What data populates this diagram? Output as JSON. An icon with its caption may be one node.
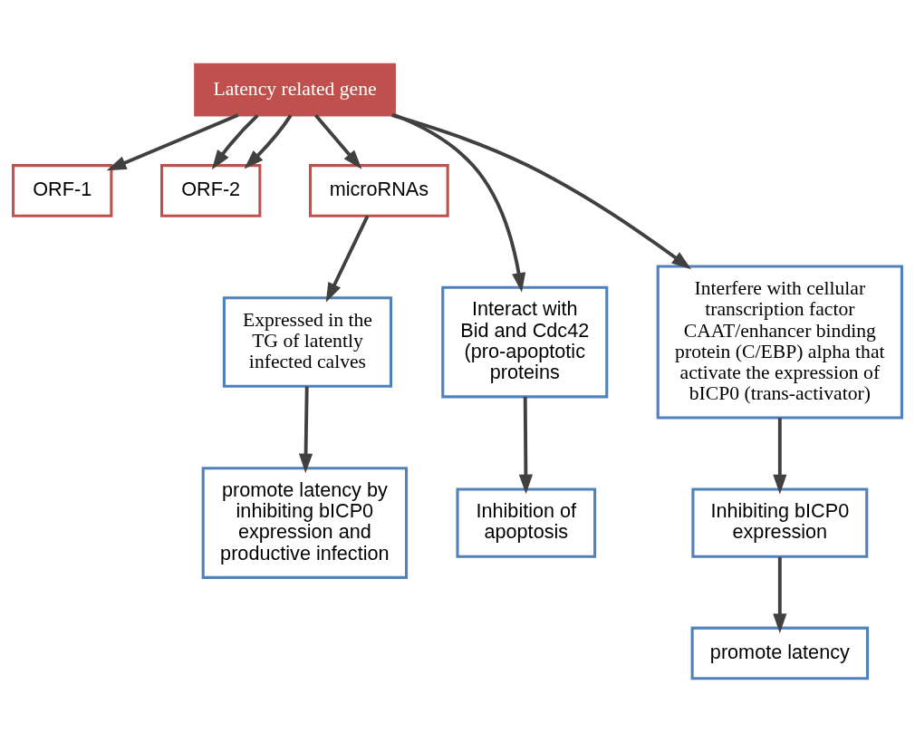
{
  "diagram": {
    "nodes": [
      {
        "text": [
          "Latency related gene"
        ]
      },
      {
        "text": [
          "ORF-1"
        ]
      },
      {
        "text": [
          "ORF-2"
        ]
      },
      {
        "text": [
          "microRNAs"
        ]
      },
      {
        "text": [
          "Interact with Bid and Cdc42 (pro-apoptotic proteins"
        ]
      },
      {
        "text": [
          "Interfere with cellular transcription factor CAAT/enhancer binding protein (C/EBP) alpha that activate the expression of bICP0 (trans-activator)"
        ]
      },
      {
        "text": [
          "Expressed in the TG of latently infected calves"
        ]
      },
      {
        "text": [
          "Inhibition of apoptosis"
        ]
      },
      {
        "text": [
          "Inhibiting bICP0 expression"
        ]
      },
      {
        "text": [
          "promote latency"
        ]
      },
      {
        "text": [
          "promote latency by inhibiting bICP0 expression and productive infection"
        ]
      }
    ],
    "edges": [
      {
        "from": 0,
        "to": 2,
        "arrow": "to"
      },
      {
        "from": 0,
        "to": 3,
        "arrow": "to"
      },
      {
        "from": 0,
        "to": 1,
        "arrow": "to"
      },
      {
        "from": 0,
        "to": 2,
        "arrow": "to"
      },
      {
        "from": 0,
        "to": 4,
        "arrow": "to"
      },
      {
        "from": 0,
        "to": 5,
        "arrow": "to"
      },
      {
        "from": 4,
        "to": 7,
        "arrow": "to"
      },
      {
        "from": 5,
        "to": 8,
        "arrow": "to"
      },
      {
        "from": 8,
        "to": 9,
        "arrow": "to"
      },
      {
        "from": 3,
        "to": 6,
        "arrow": "to"
      },
      {
        "from": 6,
        "to": 10,
        "arrow": "to"
      }
    ]
  }
}
